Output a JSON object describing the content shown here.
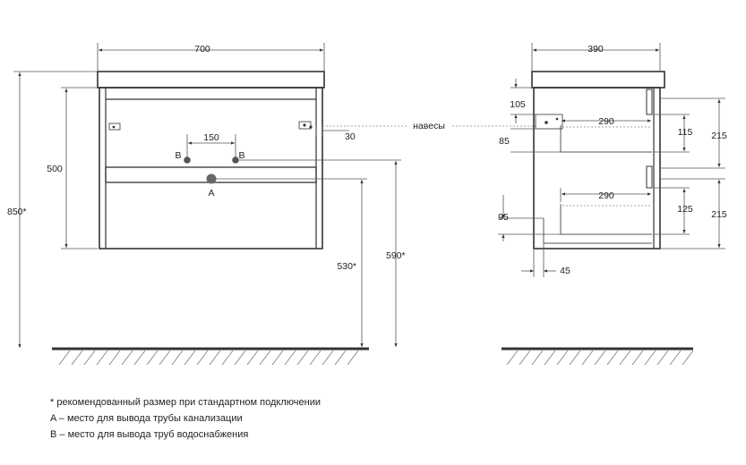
{
  "front": {
    "width": "700",
    "height": "500",
    "total_height": "850*",
    "b_spacing": "150",
    "b_left": "B",
    "b_right": "B",
    "a_label": "A",
    "hinge_offset": "30",
    "a_height": "530*",
    "b_height": "590*"
  },
  "hinge_label": "навесы",
  "side": {
    "depth": "390",
    "top_offset": "105",
    "hinge_gap": "85",
    "upper_drawer_depth": "290",
    "upper_drawer_height": "115",
    "upper_front": "215",
    "lower_drawer_depth": "290",
    "lower_drawer_height": "125",
    "lower_front": "215",
    "bottom_offset": "95",
    "back_offset": "45"
  },
  "notes": [
    "* рекомендованный размер при стандартном подключении",
    "A – место для вывода трубы канализации",
    "B – место для вывода труб водоснабжения"
  ]
}
